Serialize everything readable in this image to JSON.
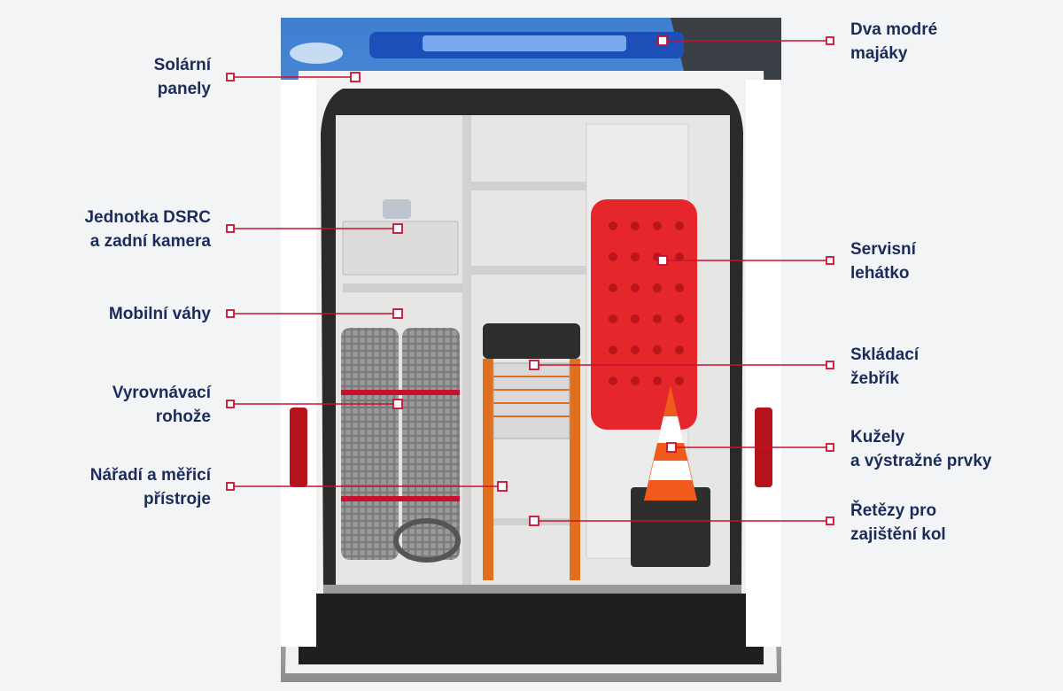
{
  "colors": {
    "label_text": "#1b2c5b",
    "leader_line": "#c8102e",
    "background": "#f3f4f6"
  },
  "callouts": [
    {
      "id": "solar",
      "side": "left",
      "text": "Solární\npanely"
    },
    {
      "id": "dsrc",
      "side": "left",
      "text": "Jednotka DSRC\na zadní kamera"
    },
    {
      "id": "scales",
      "side": "left",
      "text": "Mobilní váhy"
    },
    {
      "id": "mats",
      "side": "left",
      "text": "Vyrovnávací\nrohože"
    },
    {
      "id": "tools",
      "side": "left",
      "text": "Nářadí a měřicí\npřístroje"
    },
    {
      "id": "beacons",
      "side": "right",
      "text": "Dva modré\nmajáky"
    },
    {
      "id": "creeper",
      "side": "right",
      "text": "Servisní\nlehátko"
    },
    {
      "id": "ladder",
      "side": "right",
      "text": "Skládací\nžebřík"
    },
    {
      "id": "cones",
      "side": "right",
      "text": "Kužely\na výstražné prvky"
    },
    {
      "id": "chains",
      "side": "right",
      "text": "Řetězy pro\nzajištění kol"
    }
  ]
}
